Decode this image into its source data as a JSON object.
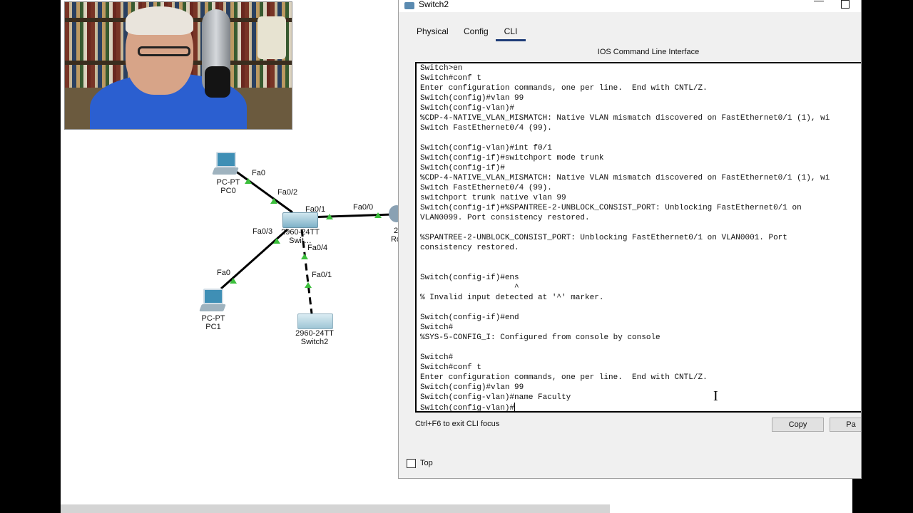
{
  "window": {
    "title": "Switch2",
    "min_glyph": "—",
    "tabs": [
      "Physical",
      "Config",
      "CLI"
    ],
    "active_tab": "CLI",
    "cli_header": "IOS Command Line Interface",
    "focus_hint": "Ctrl+F6 to exit CLI focus",
    "copy_label": "Copy",
    "paste_label": "Pa",
    "top_label": "Top",
    "top_checked": false
  },
  "terminal": {
    "lines": [
      "Switch>en",
      "Switch#conf t",
      "Enter configuration commands, one per line.  End with CNTL/Z.",
      "Switch(config)#vlan 99",
      "Switch(config-vlan)#",
      "%CDP-4-NATIVE_VLAN_MISMATCH: Native VLAN mismatch discovered on FastEthernet0/1 (1), wi",
      "Switch FastEthernet0/4 (99).",
      "",
      "Switch(config-vlan)#int f0/1",
      "Switch(config-if)#switchport mode trunk",
      "Switch(config-if)#",
      "%CDP-4-NATIVE_VLAN_MISMATCH: Native VLAN mismatch discovered on FastEthernet0/1 (1), wi",
      "Switch FastEthernet0/4 (99).",
      "switchport trunk native vlan 99",
      "Switch(config-if)#%SPANTREE-2-UNBLOCK_CONSIST_PORT: Unblocking FastEthernet0/1 on",
      "VLAN0099. Port consistency restored.",
      "",
      "%SPANTREE-2-UNBLOCK_CONSIST_PORT: Unblocking FastEthernet0/1 on VLAN0001. Port",
      "consistency restored.",
      "",
      "",
      "Switch(config-if)#ens",
      "                    ^",
      "% Invalid input detected at '^' marker.",
      "",
      "Switch(config-if)#end",
      "Switch#",
      "%SYS-5-CONFIG_I: Configured from console by console",
      "",
      "Switch#",
      "Switch#conf t",
      "Enter configuration commands, one per line.  End with CNTL/Z.",
      "Switch(config)#vlan 99",
      "Switch(config-vlan)#name Faculty",
      "Switch(config-vlan)#"
    ]
  },
  "topology": {
    "devices": [
      {
        "id": "pc0",
        "model": "PC-PT",
        "name": "PC0"
      },
      {
        "id": "pc1",
        "model": "PC-PT",
        "name": "PC1"
      },
      {
        "id": "switch-main",
        "model": "2960-24TT",
        "name": "Swit…"
      },
      {
        "id": "switch2",
        "model": "2960-24TT",
        "name": "Switch2"
      },
      {
        "id": "router",
        "model": "2",
        "name": "Ro"
      }
    ],
    "port_labels": {
      "pc0_fa0": "Fa0",
      "sw_fa02": "Fa0/2",
      "sw_fa01": "Fa0/1",
      "router_fa00": "Fa0/0",
      "sw_fa03": "Fa0/3",
      "sw_fa04": "Fa0/4",
      "pc1_fa0": "Fa0",
      "sw2_fa01": "Fa0/1"
    }
  },
  "colors": {
    "link_up": "#3cbf3c",
    "tab_underline": "#1e3c78"
  }
}
